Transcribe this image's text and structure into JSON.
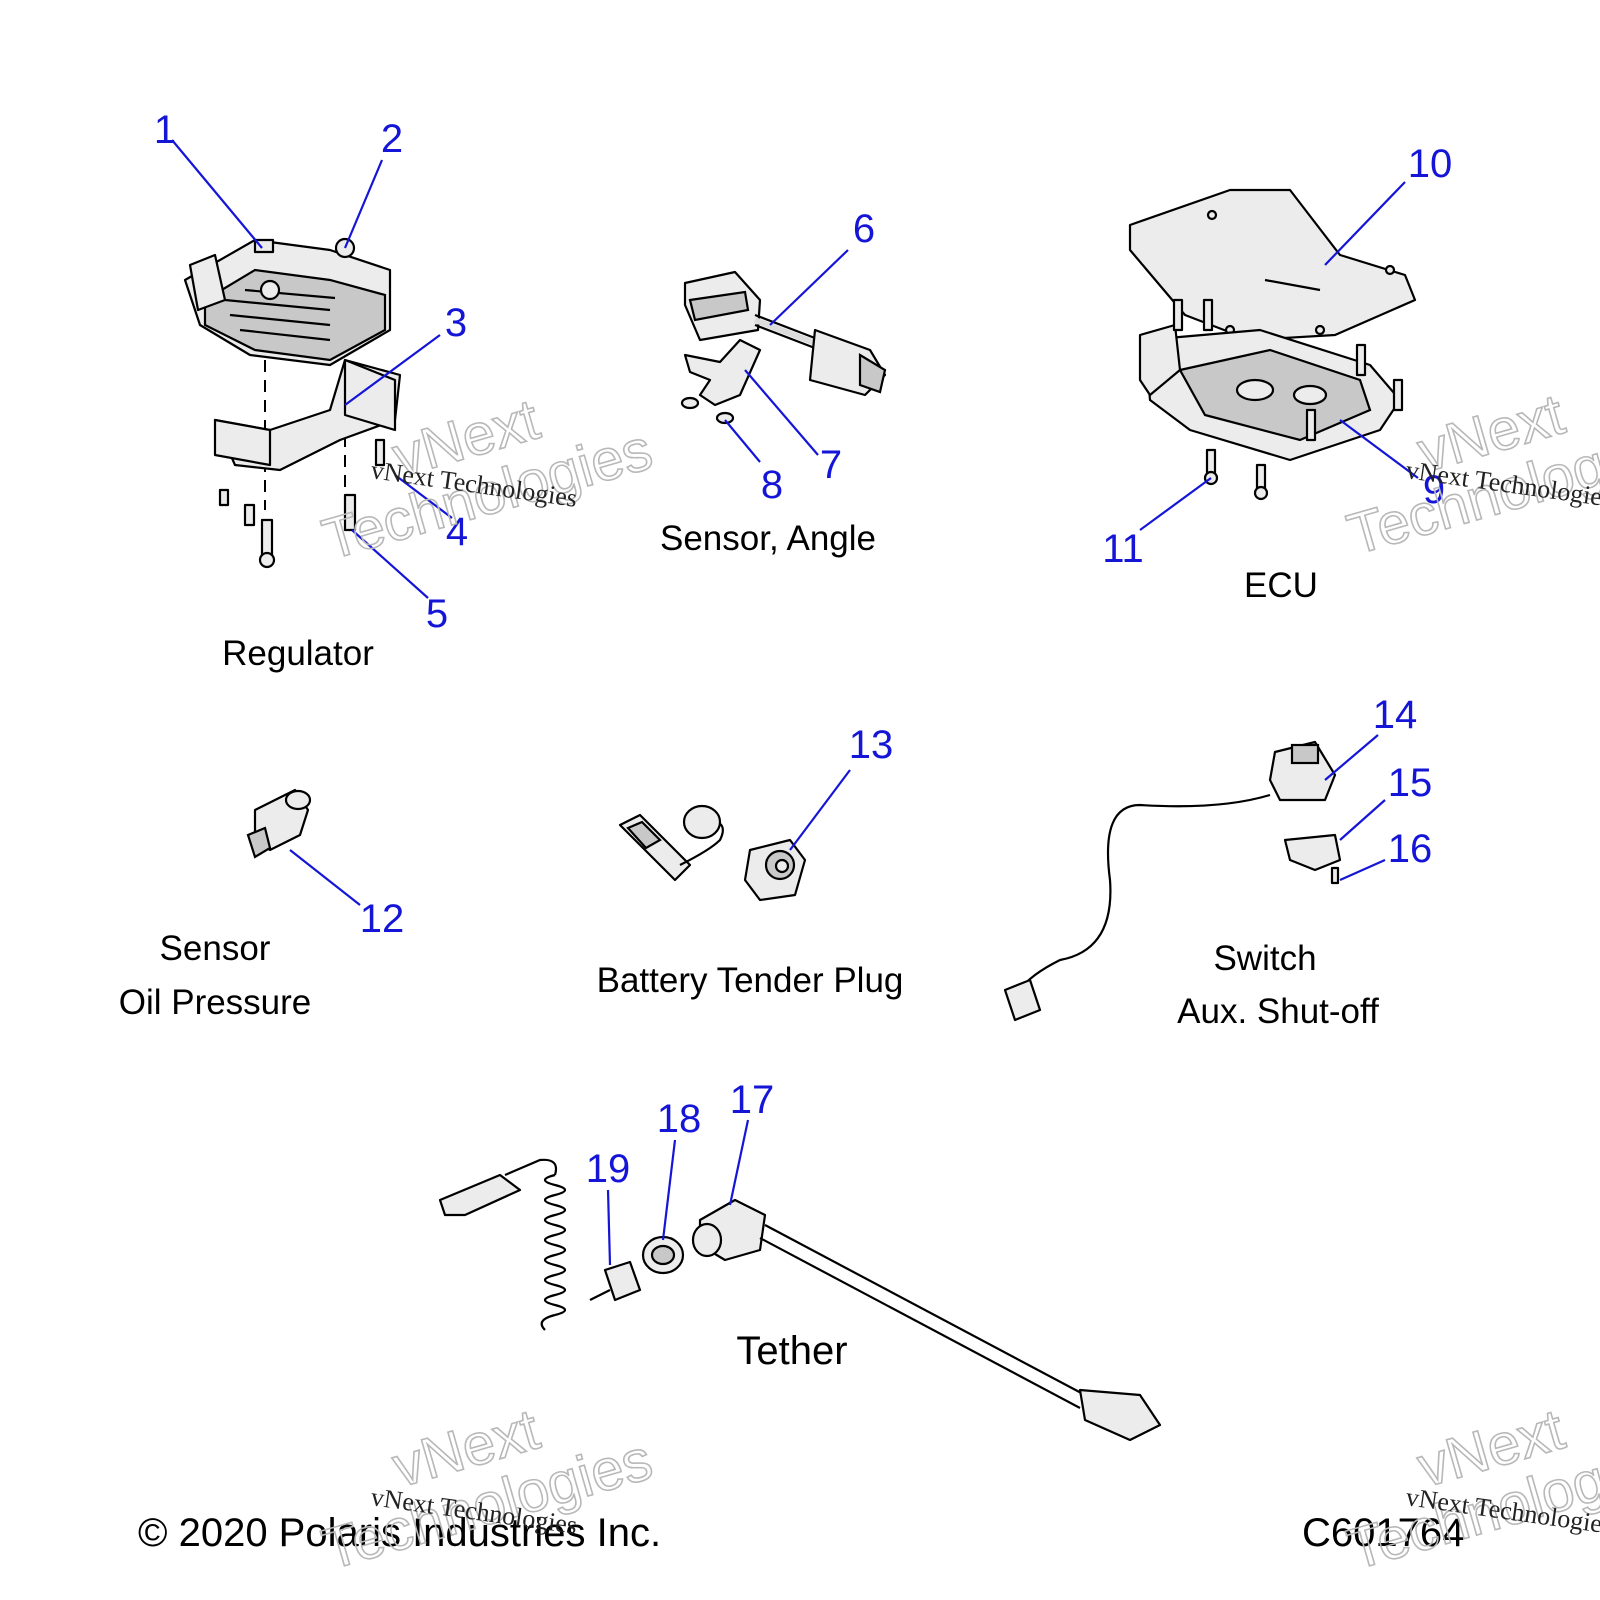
{
  "callouts": [
    "1",
    "2",
    "3",
    "4",
    "5",
    "6",
    "7",
    "8",
    "9",
    "10",
    "11",
    "12",
    "13",
    "14",
    "15",
    "16",
    "17",
    "18",
    "19"
  ],
  "groups": {
    "regulator": "Regulator",
    "sensor_angle": "Sensor, Angle",
    "ecu": "ECU",
    "sensor_oil_line1": "Sensor",
    "sensor_oil_line2": "Oil Pressure",
    "battery_tender": "Battery Tender Plug",
    "switch_line1": "Switch",
    "switch_line2": "Aux. Shut-off",
    "tether": "Tether"
  },
  "footer": {
    "copyright": "© 2020 Polaris Industries Inc.",
    "diagram_code": "C601764"
  },
  "watermark": {
    "line1": "vNext",
    "line2": "Technologies",
    "small": "vNext Technologies"
  },
  "colors": {
    "callout": "#1515d8",
    "text": "#000000",
    "watermark": "#b8b8b8"
  }
}
